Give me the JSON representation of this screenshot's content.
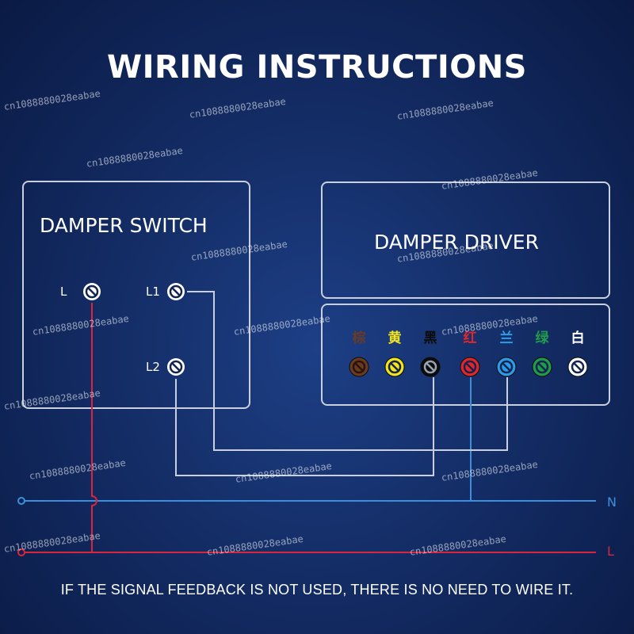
{
  "title": "WIRING INSTRUCTIONS",
  "switch": {
    "title": "DAMPER SWITCH",
    "terminals": {
      "L": "L",
      "L1": "L1",
      "L2": "L2"
    }
  },
  "driver": {
    "title": "DAMPER DRIVER",
    "terminals": [
      {
        "label": "棕",
        "color": "#6b3a22"
      },
      {
        "label": "黄",
        "color": "#f2e51e"
      },
      {
        "label": "黑",
        "color": "#0c0c0c"
      },
      {
        "label": "红",
        "color": "#e2262a"
      },
      {
        "label": "兰",
        "color": "#2d9be8"
      },
      {
        "label": "绿",
        "color": "#1f9d4a"
      },
      {
        "label": "白",
        "color": "#ffffff"
      }
    ]
  },
  "lines": {
    "n": {
      "label": "N",
      "color": "#3d8fdc"
    },
    "l": {
      "label": "L",
      "color": "#d7263d"
    }
  },
  "footer": "IF THE SIGNAL FEEDBACK IS NOT USED, THERE IS NO NEED TO WIRE IT.",
  "watermark": "cn1088880028eabae"
}
